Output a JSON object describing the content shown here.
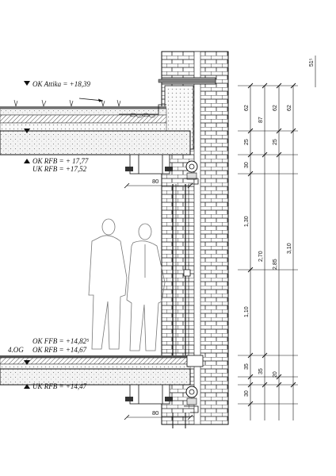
{
  "levels": {
    "attika": "OK Attika = +18,39",
    "ok_rfb_upper": "OK RFB = + 17,77",
    "uk_rfb_upper": "UK RFB = +17,52",
    "ok_ffb_lower": "OK FFB = +14,82⁵",
    "ok_rfb_lower": "OK RFB = +14,67",
    "uk_rfb_lower": "UK RFB = +14,47",
    "floor_tag": "4.OG"
  },
  "horizontal_dims": {
    "upper": "80",
    "lower": "80"
  },
  "dim_chains": {
    "chain1": [
      "62",
      "25",
      "30",
      "1,30",
      "1,10",
      "35",
      "30"
    ],
    "chain2": [
      "87",
      "2,70",
      "35"
    ],
    "chain3": [
      "62",
      "25",
      "2,85",
      "20"
    ],
    "chain4": [
      "62",
      "3,10"
    ],
    "top_note": "51⁵"
  }
}
